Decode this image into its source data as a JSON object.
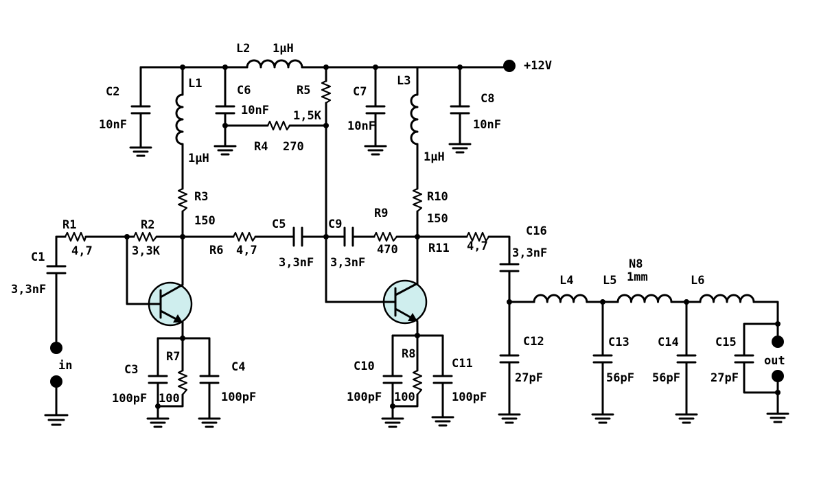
{
  "components": {
    "L1": {
      "name": "L1",
      "value": "1μH"
    },
    "L2": {
      "name": "L2",
      "value": "1μH"
    },
    "L3": {
      "name": "L3",
      "value": "1μH"
    },
    "L4": {
      "name": "L4"
    },
    "L5": {
      "name": "L5",
      "note": "N8",
      "note2": "1mm"
    },
    "L6": {
      "name": "L6"
    },
    "C1": {
      "name": "C1",
      "value": "3,3nF"
    },
    "C2": {
      "name": "C2",
      "value": "10nF"
    },
    "C3": {
      "name": "C3",
      "value": "100pF"
    },
    "C4": {
      "name": "C4",
      "value": "100pF"
    },
    "C5": {
      "name": "C5",
      "value": "3,3nF"
    },
    "C6": {
      "name": "C6",
      "value": "10nF"
    },
    "C7": {
      "name": "C7",
      "value": "10nF"
    },
    "C8": {
      "name": "C8",
      "value": "10nF"
    },
    "C9": {
      "name": "C9",
      "value": "3,3nF"
    },
    "C10": {
      "name": "C10",
      "value": "100pF"
    },
    "C11": {
      "name": "C11",
      "value": "100pF"
    },
    "C12": {
      "name": "C12",
      "value": "27pF"
    },
    "C13": {
      "name": "C13",
      "value": "56pF"
    },
    "C14": {
      "name": "C14",
      "value": "56pF"
    },
    "C15": {
      "name": "C15",
      "value": "27pF"
    },
    "C16": {
      "name": "C16",
      "value": "3,3nF"
    },
    "R1": {
      "name": "R1",
      "value": "4,7"
    },
    "R2": {
      "name": "R2",
      "value": "3,3K"
    },
    "R3": {
      "name": "R3",
      "value": "150"
    },
    "R4": {
      "name": "R4",
      "value": "270"
    },
    "R5": {
      "name": "R5",
      "value": "1,5K"
    },
    "R6": {
      "name": "R6",
      "value": "4,7"
    },
    "R7": {
      "name": "R7",
      "value": "100"
    },
    "R8": {
      "name": "R8",
      "value": "100"
    },
    "R9": {
      "name": "R9",
      "value": "470"
    },
    "R10": {
      "name": "R10",
      "value": "150"
    },
    "R11": {
      "name": "R11",
      "value": "4,7"
    }
  },
  "terminals": {
    "supply": "+12V",
    "input": "in",
    "output": "out"
  }
}
